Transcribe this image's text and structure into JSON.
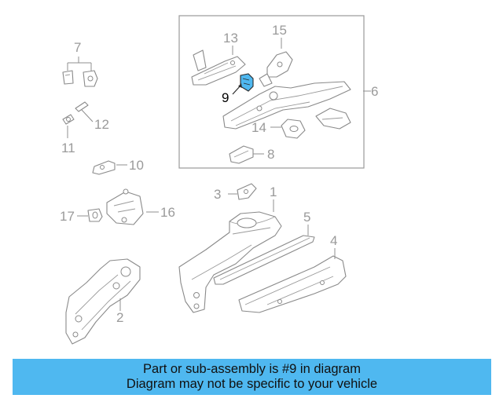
{
  "diagram": {
    "callouts": {
      "c1": "1",
      "c2": "2",
      "c3": "3",
      "c4": "4",
      "c5": "5",
      "c6": "6",
      "c7": "7",
      "c8": "8",
      "c9": "9",
      "c10": "10",
      "c11": "11",
      "c12": "12",
      "c13": "13",
      "c14": "14",
      "c15": "15",
      "c16": "16",
      "c17": "17"
    },
    "highlighted_part": "9",
    "highlight_color": "#4fb8f0"
  },
  "banner": {
    "line1": "Part or sub-assembly is #9 in diagram",
    "line2": "Diagram may not be specific to your vehicle",
    "background": "#4fb8f0"
  }
}
